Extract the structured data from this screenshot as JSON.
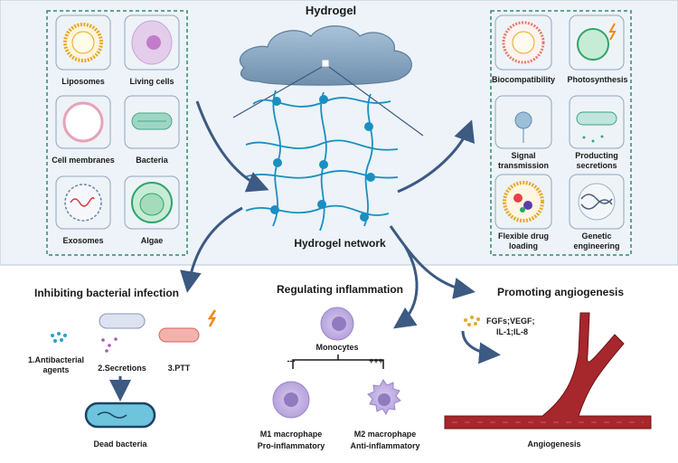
{
  "top": {
    "title": "Hydrogel",
    "network_label": "Hydrogel network",
    "left_items": [
      "Liposomes",
      "Living cells",
      "Cell membranes",
      "Bacteria",
      "Exosomes",
      "Algae"
    ],
    "right_items": [
      {
        "lines": [
          "Biocompatibility"
        ]
      },
      {
        "lines": [
          "Photosynthesis"
        ]
      },
      {
        "lines": [
          "Signal",
          "transmission"
        ]
      },
      {
        "lines": [
          "Producting",
          "secretions"
        ]
      },
      {
        "lines": [
          "Flexible drug",
          "loading"
        ]
      },
      {
        "lines": [
          "Genetic",
          "engineering"
        ]
      }
    ]
  },
  "bacterial": {
    "title": "Inhibiting bacterial infection",
    "item1": [
      "1.Antibacterial",
      "agents"
    ],
    "item2": "2.Secretions",
    "item3": "3.PTT",
    "dead": "Dead bacteria"
  },
  "inflammation": {
    "title": "Regulating inflammation",
    "monocytes": "Monocytes",
    "minus": "---",
    "plus": "+++",
    "m1": "M1 macrophape",
    "m1_sub": "Pro-inflammatory",
    "m2": "M2 macrophape",
    "m2_sub": "Anti-inflammatory"
  },
  "angio": {
    "title": "Promoting angiogenesis",
    "factors1": "FGFs;VEGF;",
    "factors2": "IL-1;IL-8",
    "caption": "Angiogenesis"
  },
  "colors": {
    "panel_bg": "#edf3f8",
    "dash_border": "#2e8b6e",
    "arrow": "#3c5a82",
    "vessel": "#a6272c",
    "network_node": "#1a8fc0"
  }
}
